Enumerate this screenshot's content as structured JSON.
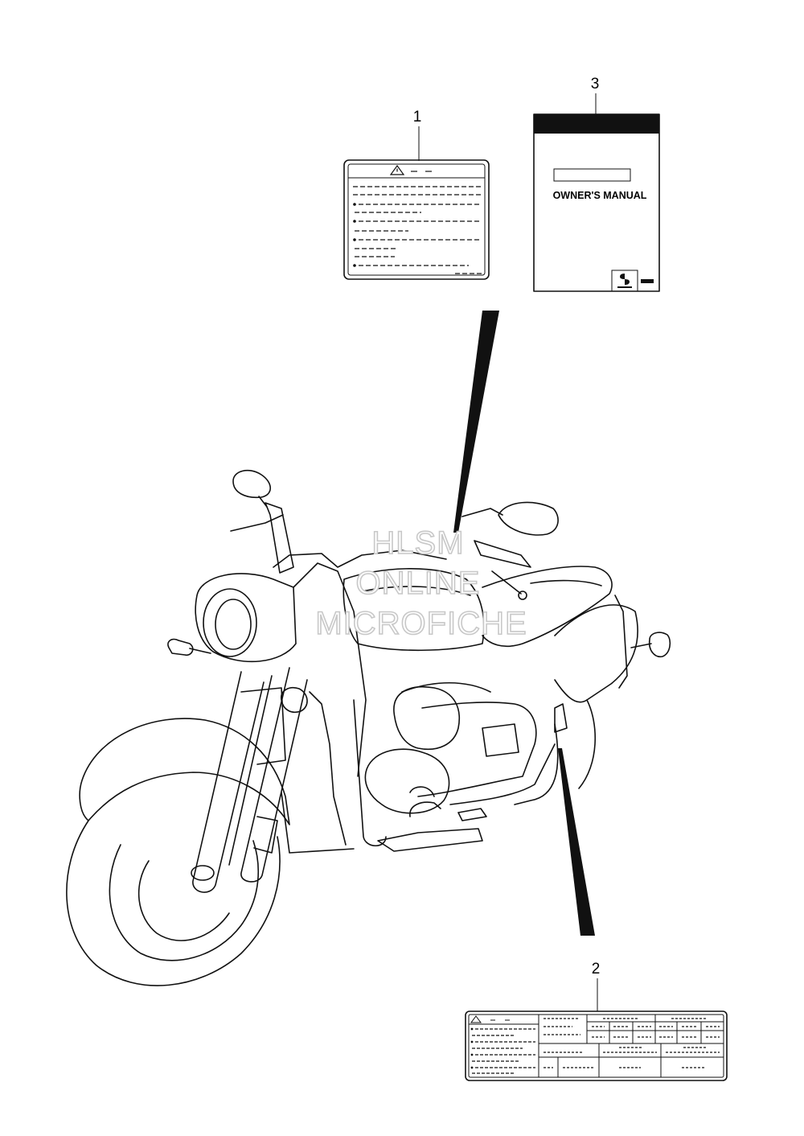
{
  "callouts": [
    {
      "number": "1",
      "part": "caution-label"
    },
    {
      "number": "2",
      "part": "information-label"
    },
    {
      "number": "3",
      "part": "owners-manual"
    }
  ],
  "manual": {
    "title": "OWNER'S MANUAL"
  },
  "watermark": {
    "line1": "HLSM",
    "line2": "ONLINE",
    "line3": "MICROFICHE"
  },
  "colors": {
    "ink": "#111111",
    "watermark_outline": "#c8c8c8",
    "background": "#ffffff"
  }
}
